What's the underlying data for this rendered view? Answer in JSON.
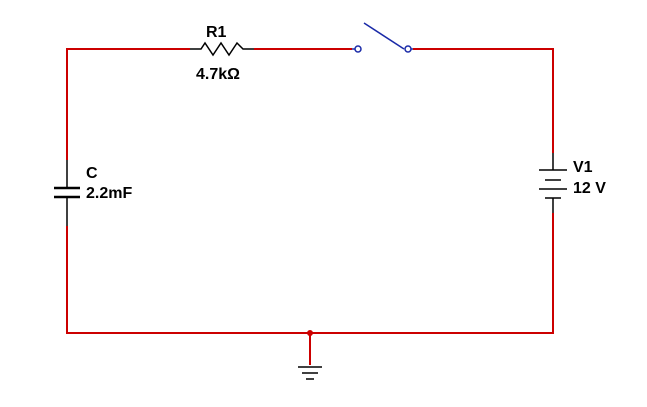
{
  "components": {
    "resistor": {
      "name": "R1",
      "value": "4.7kΩ"
    },
    "capacitor": {
      "name": "C",
      "value": "2.2mF"
    },
    "battery": {
      "name": "V1",
      "value": "12 V"
    }
  },
  "colors": {
    "wire": "#cc0000",
    "switch": "#1a2aa8",
    "component": "#000000",
    "junction": "#cc0000",
    "background": "#ffffff"
  }
}
